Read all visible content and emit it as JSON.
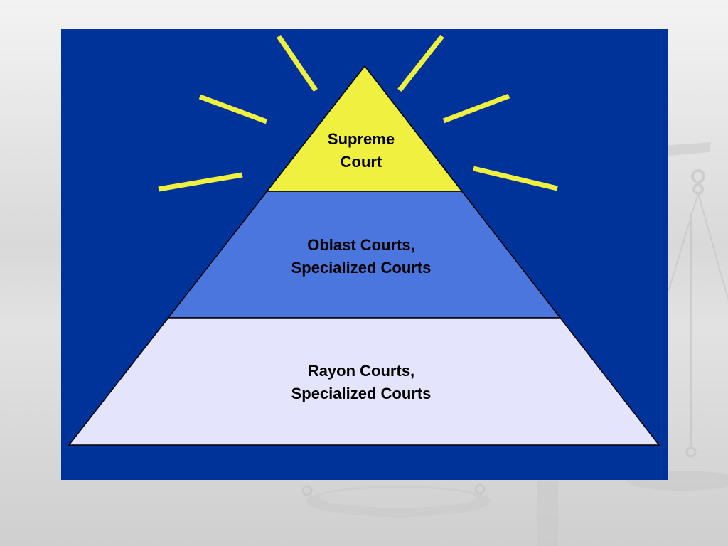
{
  "diagram": {
    "type": "pyramid",
    "tiers": [
      {
        "label": "Supreme\nCourt",
        "color": "#f0f040"
      },
      {
        "label": "Oblast Courts,\nSpecialized Courts",
        "color": "#4a76dd"
      },
      {
        "label": "Rayon Courts,\nSpecialized Courts",
        "color": "#e4e4fc"
      }
    ],
    "panel_color": "#003399",
    "ray_color": "#f0f040"
  },
  "decoration": {
    "background_image": "scales-of-justice"
  }
}
